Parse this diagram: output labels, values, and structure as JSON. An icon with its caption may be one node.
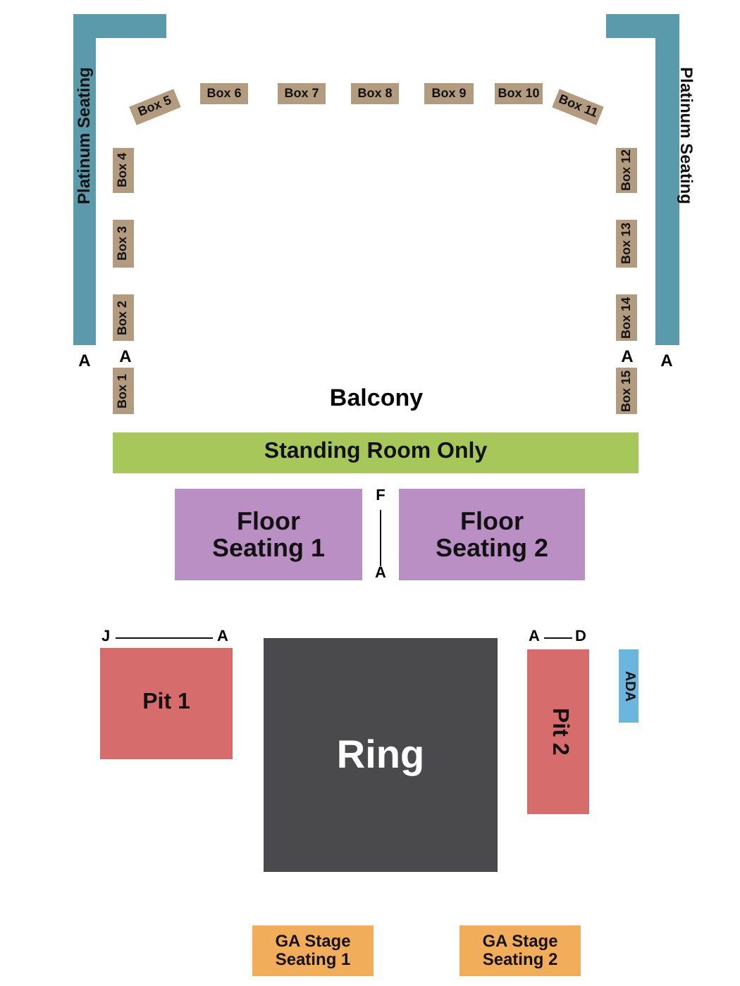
{
  "diagram": {
    "nodes": [
      {
        "text": [
          "Platinum Seating"
        ]
      },
      {
        "text": [
          "Platinum Seating"
        ]
      },
      {
        "text": [
          "Box 1"
        ]
      },
      {
        "text": [
          "Box 2"
        ]
      },
      {
        "text": [
          "Box 3"
        ]
      },
      {
        "text": [
          "Box 4"
        ]
      },
      {
        "text": [
          "Box 5"
        ]
      },
      {
        "text": [
          "Box 6"
        ]
      },
      {
        "text": [
          "Box 7"
        ]
      },
      {
        "text": [
          "Box 8"
        ]
      },
      {
        "text": [
          "Box 9"
        ]
      },
      {
        "text": [
          "Box 10"
        ]
      },
      {
        "text": [
          "Box 11"
        ]
      },
      {
        "text": [
          "Box 12"
        ]
      },
      {
        "text": [
          "Box 13"
        ]
      },
      {
        "text": [
          "Box 14"
        ]
      },
      {
        "text": [
          "Box 15"
        ]
      },
      {
        "text": [
          "Standing Room Only"
        ]
      },
      {
        "text": [
          "Floor Seating 1"
        ]
      },
      {
        "text": [
          "Floor Seating 2"
        ]
      },
      {
        "text": [
          "Pit 1"
        ]
      },
      {
        "text": [
          "Ring"
        ]
      },
      {
        "text": [
          "Pit 2"
        ]
      },
      {
        "text": [
          "ADA"
        ]
      },
      {
        "text": [
          "GA Stage Seating 1"
        ]
      },
      {
        "text": [
          "GA Stage Seating 2"
        ]
      }
    ],
    "labels": [
      "A",
      "A",
      "A",
      "A",
      "Balcony",
      "F",
      "A",
      "J",
      "A",
      "A",
      "D"
    ]
  }
}
